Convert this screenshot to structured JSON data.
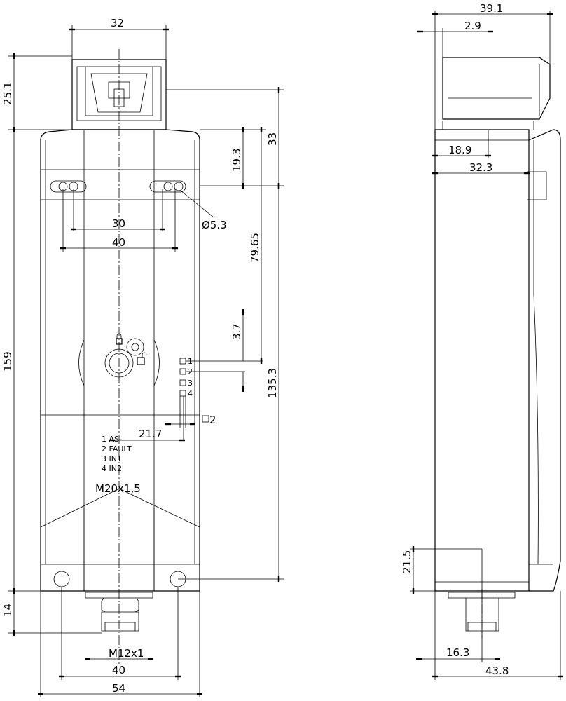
{
  "front_view": {
    "dims": {
      "connector_width": "32",
      "connector_height": "25.1",
      "top_to_hole_right": "33",
      "top_to_hole": "19.3",
      "hole_inner_spacing": "30",
      "hole_spacing": "40",
      "hole_diameter": "Ø5.3",
      "hole_to_led": "79.65",
      "led_spacing": "3.7",
      "total_height": "159",
      "hole_to_hole_height": "135.3",
      "led_offset": "21.7",
      "led_width": "2",
      "connector_length": "14",
      "bottom_hole_spacing": "40",
      "total_width": "54"
    },
    "leds": [
      "1",
      "2",
      "3",
      "4"
    ],
    "led_legend": [
      "1 AS-i",
      "2 FAULT",
      "3 IN1",
      "4 IN2"
    ],
    "cable_thread": "M20x1,5",
    "connector_thread": "M12x1"
  },
  "side_view": {
    "dims": {
      "total_depth": "39.1",
      "offset_top": "2.9",
      "hole_depth": "18.9",
      "body_depth": "32.3",
      "connector_height": "21.5",
      "connector_offset": "16.3",
      "overall_depth": "43.8"
    }
  }
}
